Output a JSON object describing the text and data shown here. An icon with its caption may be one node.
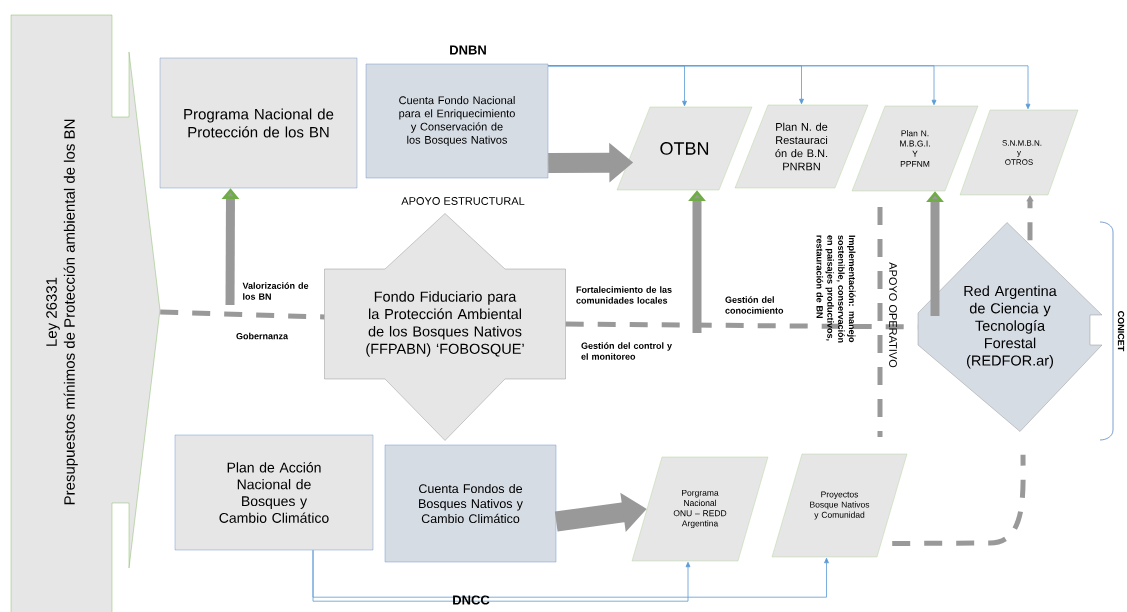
{
  "diagram": {
    "nodes": [
      {
        "text": [
          "Ley 26331",
          "Presupuestos mínimos de Protección ambiental de los BN"
        ]
      },
      {
        "text": [
          "Programa Nacional de Protección de los BN"
        ]
      },
      {
        "text": [
          "Cuenta Fondo Nacional para el Enriquecimiento y Conservación de los Bosques Nativos"
        ]
      },
      {
        "text": [
          "OTBN"
        ]
      },
      {
        "text": [
          "Plan N. de Restauraci ón de B.N. PNRBN"
        ]
      },
      {
        "text": [
          "Plan N. M.B.G.I. Y PPFNM"
        ]
      },
      {
        "text": [
          "S.N.M.B.N. y OTROS"
        ]
      },
      {
        "text": [
          "Fondo Fiduciario para la Protección Ambiental de los Bosques Nativos (FFPABN) ‘FOBOSQUE’"
        ]
      },
      {
        "text": [
          "Red Argentina de Ciencia y Tecnología Forestal (REDFOR.ar)"
        ]
      },
      {
        "text": [
          "Plan de Acción Nacional de Bosques y Cambio Climático"
        ]
      },
      {
        "text": [
          "Cuenta Fondos de Bosques Nativos y Cambio Climático"
        ]
      },
      {
        "text": [
          "Porgrama Nacional ONU – REDD Argentina"
        ]
      },
      {
        "text": [
          "Proyectos Bosque Nativos y Comunidad"
        ]
      }
    ],
    "edges": [
      {
        "from": 2,
        "to": 3,
        "arrow": "to",
        "style": "thick"
      },
      {
        "from": 2,
        "to": 3,
        "arrow": "to",
        "color": "#5b9bd5"
      },
      {
        "from": 2,
        "to": 4,
        "arrow": "to",
        "color": "#5b9bd5"
      },
      {
        "from": 2,
        "to": 5,
        "arrow": "to",
        "color": "#5b9bd5"
      },
      {
        "from": 2,
        "to": 6,
        "arrow": "to",
        "color": "#5b9bd5"
      },
      {
        "from": null,
        "to": 1,
        "arrow": "to",
        "style": "thick"
      },
      {
        "from": null,
        "to": 3,
        "arrow": "to",
        "style": "thick"
      },
      {
        "from": 8,
        "to": 5,
        "arrow": "to",
        "style": "thick"
      },
      {
        "from": 0,
        "to": 7,
        "arrow": "none",
        "style": "dashed"
      },
      {
        "from": 7,
        "to": 8,
        "arrow": "none",
        "style": "dashed"
      },
      {
        "from": 8,
        "to": 6,
        "arrow": "to",
        "style": "dashed"
      },
      {
        "from": 12,
        "to": 8,
        "arrow": "none",
        "style": "dashed"
      },
      {
        "from": 10,
        "to": 11,
        "arrow": "to",
        "style": "thick"
      },
      {
        "from": 9,
        "to": 11,
        "arrow": "to",
        "color": "#5b9bd5"
      },
      {
        "from": 9,
        "to": 12,
        "arrow": "to",
        "color": "#5b9bd5"
      }
    ],
    "labels": [
      "DNBN",
      "APOYO ESTRUCTURAL",
      "CONICET",
      "Valorización de los BN",
      "Fortalecimiento de las comunidades locales",
      "Gestión del conocimiento",
      "Implementación: manejo sostenible, conservación en paisajes productivos, restauración de BN",
      "APOYO OPERATIVO",
      "Gobernanza",
      "Gestión del control y el monitoreo",
      "DNCC"
    ]
  }
}
